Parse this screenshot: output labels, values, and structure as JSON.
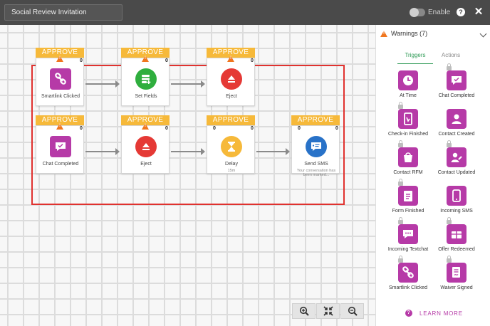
{
  "topbar": {
    "title_value": "Social Review Invitation",
    "enable_label": "Enable",
    "help_label": "?",
    "close_label": "✕"
  },
  "workflow": {
    "header_label": "APPROVE",
    "nodes": [
      {
        "label": "Smartlink Clicked",
        "sub": "",
        "badge_right": "0",
        "badge_left": "",
        "icon": "link-icon",
        "color": "#b63aa7"
      },
      {
        "label": "Set Fields",
        "sub": "",
        "badge_right": "0",
        "badge_left": "",
        "icon": "set-fields-icon",
        "color": "#2fae3e"
      },
      {
        "label": "Eject",
        "sub": "",
        "badge_right": "0",
        "badge_left": "",
        "icon": "eject-icon",
        "color": "#e53935"
      },
      {
        "label": "Chat Completed",
        "sub": "",
        "badge_right": "0",
        "badge_left": "",
        "icon": "chat-icon",
        "color": "#b63aa7"
      },
      {
        "label": "Eject",
        "sub": "",
        "badge_right": "0",
        "badge_left": "",
        "icon": "eject-icon",
        "color": "#e53935"
      },
      {
        "label": "Delay",
        "sub": "15m",
        "badge_right": "0",
        "badge_left": "0",
        "icon": "hourglass-icon",
        "color": "#f6b93a"
      },
      {
        "label": "Send SMS",
        "sub": "Your conversation has been marked...",
        "badge_right": "0",
        "badge_left": "0",
        "icon": "sms-icon",
        "color": "#2872c8"
      }
    ]
  },
  "panel": {
    "warnings_label": "Warnings (7)",
    "tabs": [
      "Triggers",
      "Actions"
    ],
    "triggers": [
      {
        "label": "At Time",
        "icon": "clock-icon",
        "locked": false
      },
      {
        "label": "Chat Completed",
        "icon": "chat-icon",
        "locked": true
      },
      {
        "label": "Check-in Finished",
        "icon": "checkin-icon",
        "locked": true
      },
      {
        "label": "Contact Created",
        "icon": "contact-icon",
        "locked": false
      },
      {
        "label": "Contact RFM",
        "icon": "basket-icon",
        "locked": true
      },
      {
        "label": "Contact Updated",
        "icon": "contact-edit-icon",
        "locked": true
      },
      {
        "label": "Form Finished",
        "icon": "form-icon",
        "locked": true
      },
      {
        "label": "Incoming SMS",
        "icon": "phone-icon",
        "locked": false
      },
      {
        "label": "Incoming Textchat",
        "icon": "textchat-icon",
        "locked": true
      },
      {
        "label": "Offer Redeemed",
        "icon": "gift-icon",
        "locked": true
      },
      {
        "label": "Smartlink Clicked",
        "icon": "link-icon",
        "locked": true
      },
      {
        "label": "Waiver Signed",
        "icon": "waiver-icon",
        "locked": true
      }
    ],
    "learn_more": "LEARN MORE",
    "learn_icon": "?"
  },
  "colors": {
    "accent": "#b63aa7",
    "approve": "#f6b93a",
    "warning": "#f0761e",
    "selection": "#e0322f",
    "tab_active": "#2d9a55"
  }
}
